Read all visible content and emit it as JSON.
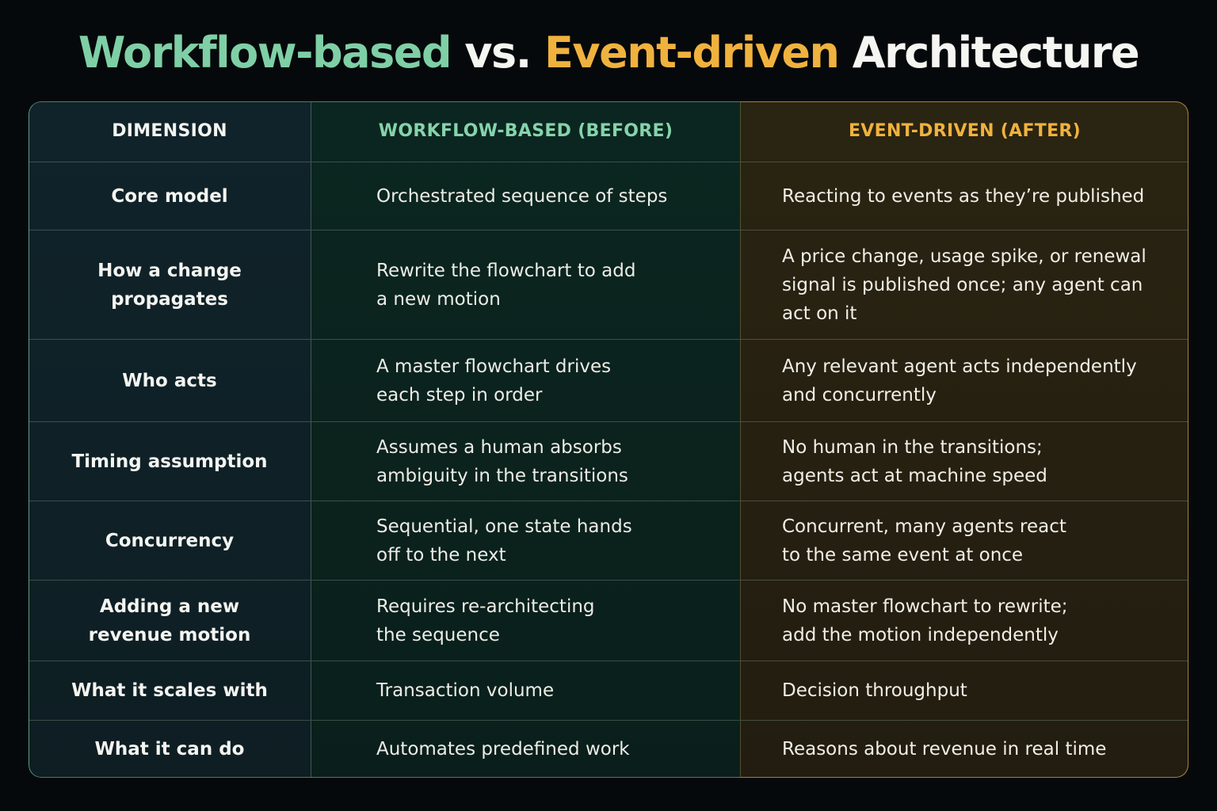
{
  "title": {
    "part1": "Workflow-based",
    "part2": "vs.",
    "part3": "Event-driven",
    "part4": "Architecture",
    "colors": {
      "workflow": "#7fcfa6",
      "event": "#f0b23e",
      "neutral": "#f5f5f2"
    }
  },
  "table": {
    "headers": {
      "dimension": "DIMENSION",
      "workflow": "WORKFLOW-BASED (BEFORE)",
      "event": "EVENT-DRIVEN (AFTER)"
    },
    "rows": [
      {
        "dimension": "Core model",
        "workflow": "Orchestrated sequence of steps",
        "event": "Reacting to events as they’re published"
      },
      {
        "dimension": "How a change\npropagates",
        "workflow": "Rewrite the flowchart to add\na new motion",
        "event": "A price change, usage spike, or renewal\nsignal is published once; any agent can\nact on it"
      },
      {
        "dimension": "Who acts",
        "workflow": "A master flowchart drives\neach step in order",
        "event": "Any relevant agent acts independently\nand concurrently"
      },
      {
        "dimension": "Timing assumption",
        "workflow": "Assumes a human absorbs\nambiguity in the transitions",
        "event": "No human in the transitions;\nagents act at machine speed"
      },
      {
        "dimension": "Concurrency",
        "workflow": "Sequential, one state hands\noff to the next",
        "event": "Concurrent, many agents react\nto the same event at once"
      },
      {
        "dimension": "Adding a new\nrevenue motion",
        "workflow": "Requires re-architecting\nthe sequence",
        "event": "No master flowchart to rewrite;\nadd the motion independently"
      },
      {
        "dimension": "What it scales with",
        "workflow": "Transaction volume",
        "event": "Decision throughput"
      },
      {
        "dimension": "What it can do",
        "workflow": "Automates predefined work",
        "event": "Reasons about revenue in real time"
      }
    ]
  }
}
